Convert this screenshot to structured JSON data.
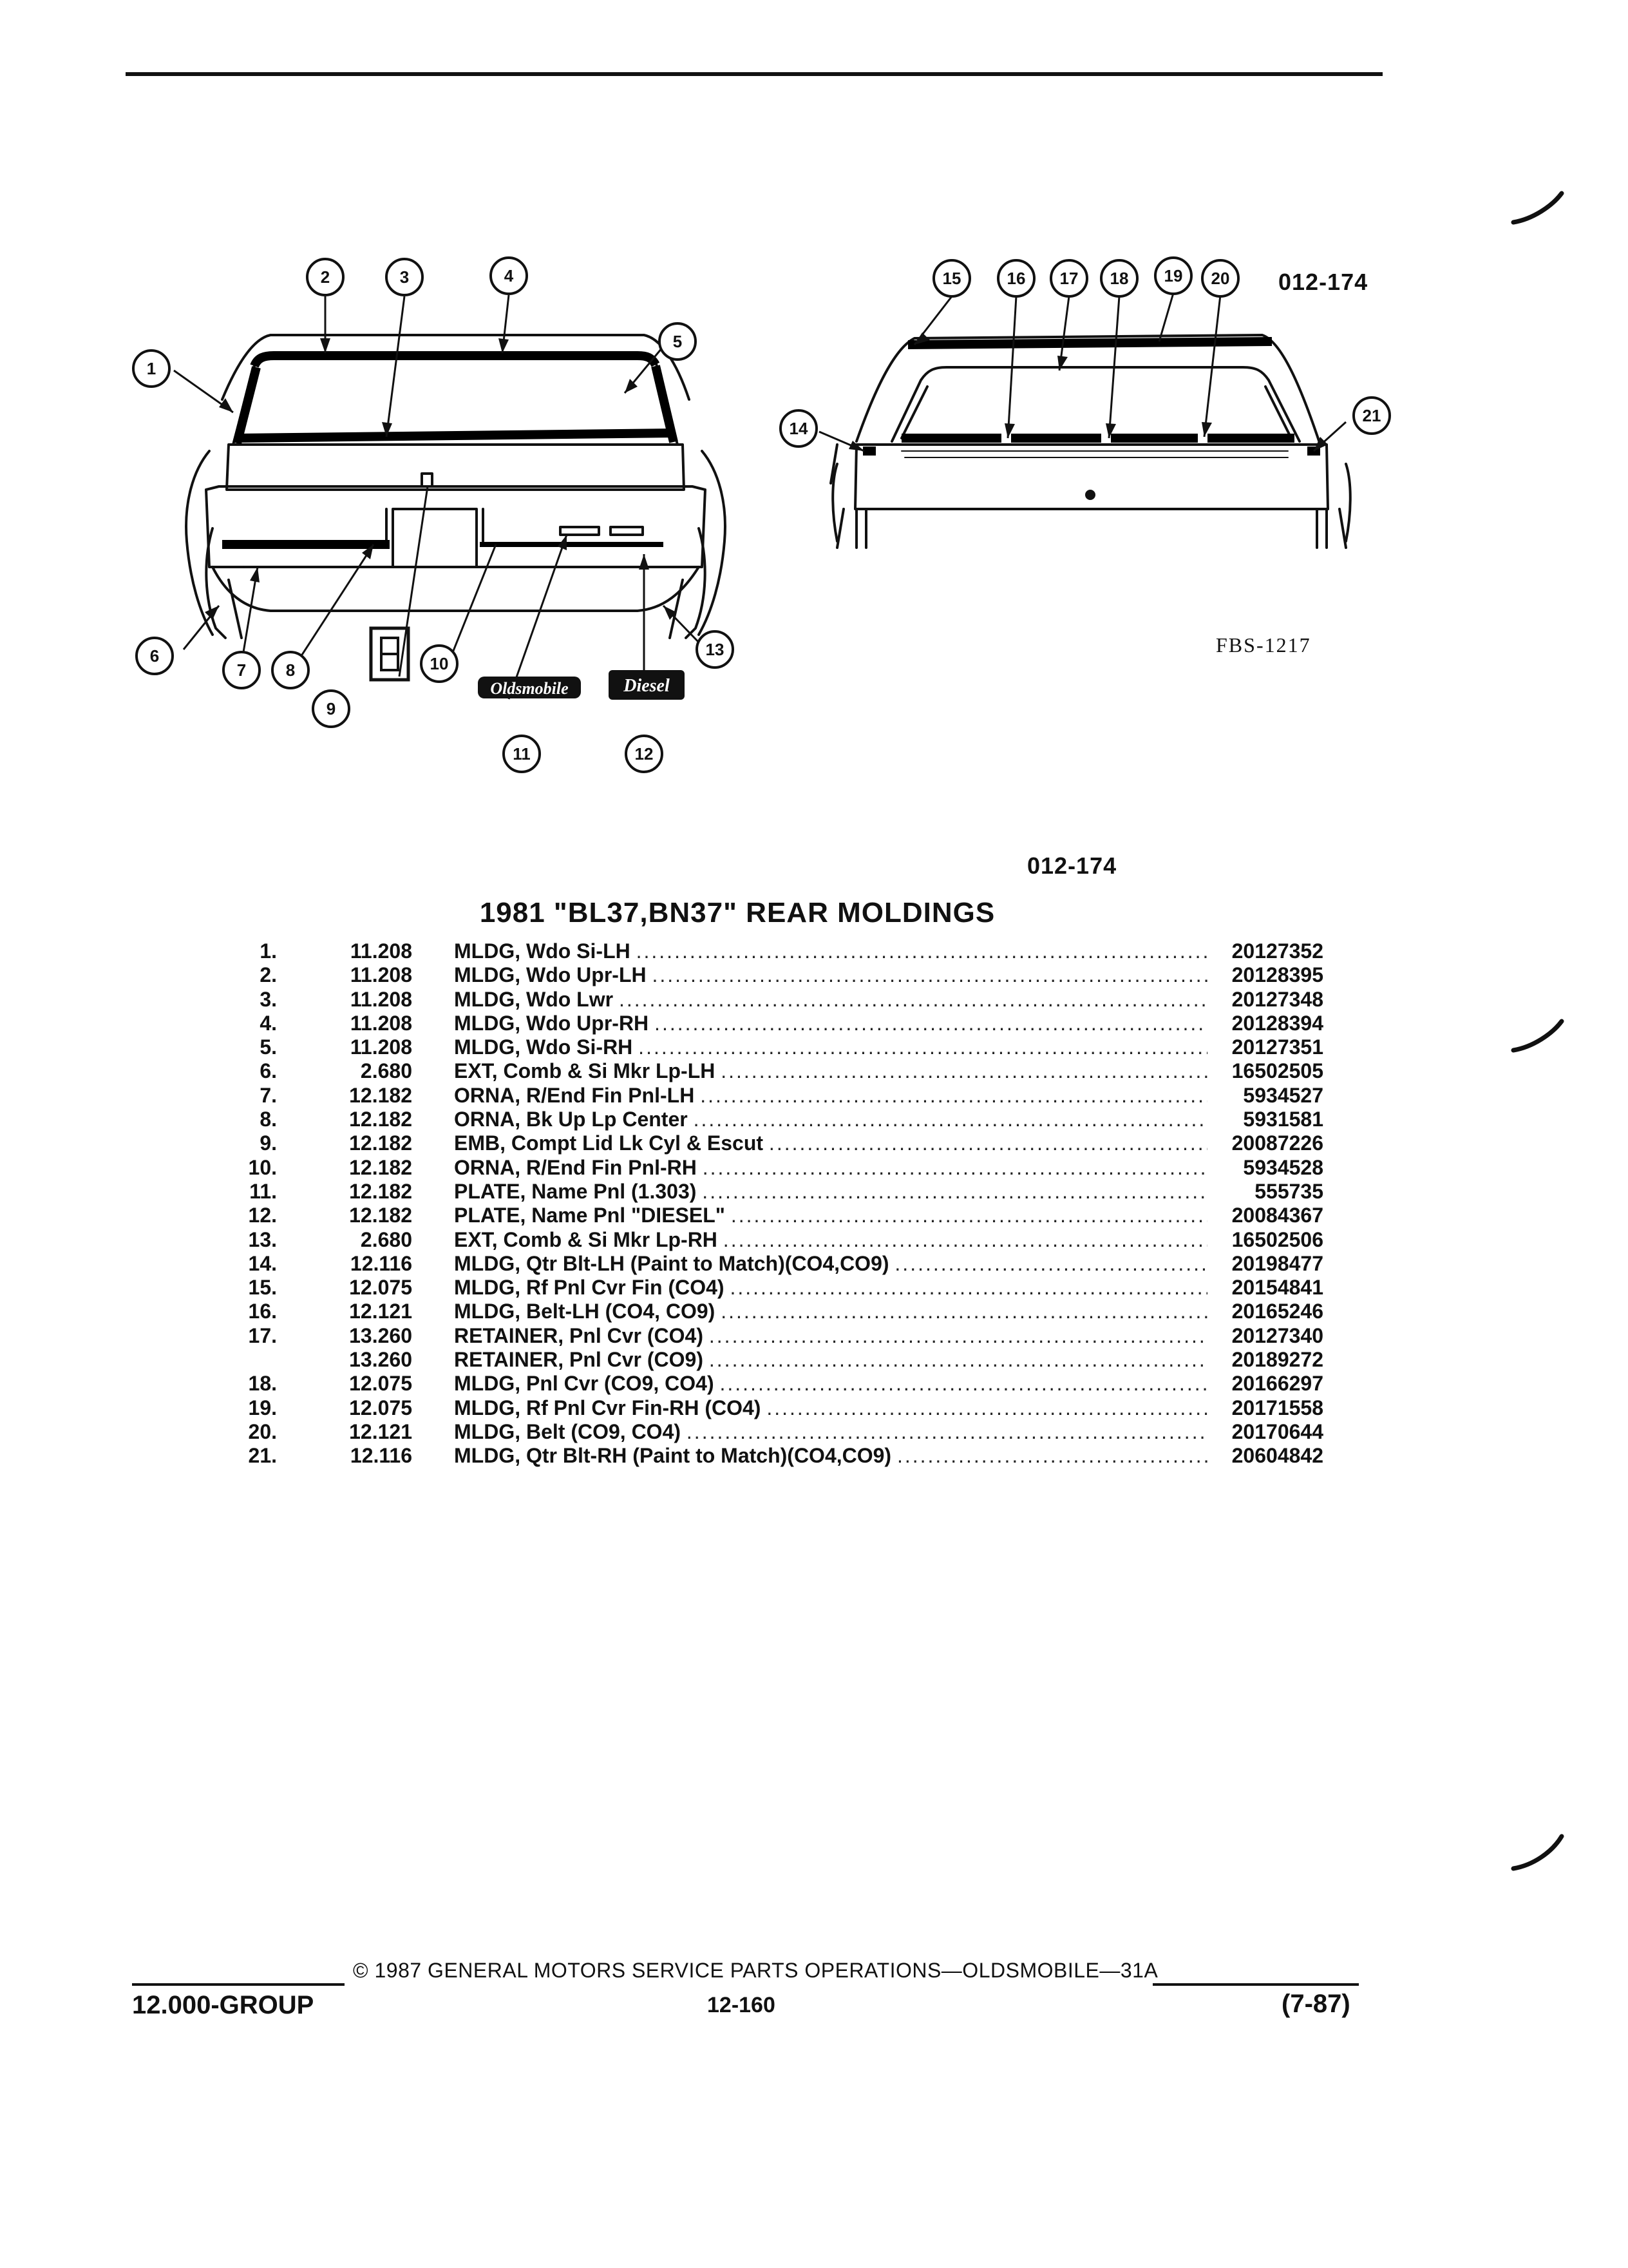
{
  "figure": {
    "code_top": "012-174",
    "code_bottom": "012-174",
    "fbs": "FBS-1217",
    "callouts_left": [
      "1",
      "2",
      "3",
      "4",
      "5",
      "6",
      "7",
      "8",
      "9",
      "10",
      "11",
      "12",
      "13"
    ],
    "callouts_right": [
      "14",
      "15",
      "16",
      "17",
      "18",
      "19",
      "20",
      "21"
    ],
    "emblem_oldsmobile": "Oldsmobile",
    "emblem_diesel": "Diesel"
  },
  "title": "1981 \"BL37,BN37\" REAR MOLDINGS",
  "parts": [
    {
      "num": "1.",
      "group": "11.208",
      "bold": "MLDG,",
      "desc": "Wdo Si-LH",
      "pn": "20127352"
    },
    {
      "num": "2.",
      "group": "11.208",
      "bold": "MLDG,",
      "desc": "Wdo Upr-LH",
      "pn": "20128395"
    },
    {
      "num": "3.",
      "group": "11.208",
      "bold": "MLDG,",
      "desc": "Wdo Lwr",
      "pn": "20127348"
    },
    {
      "num": "4.",
      "group": "11.208",
      "bold": "MLDG,",
      "desc": "Wdo Upr-RH",
      "pn": "20128394"
    },
    {
      "num": "5.",
      "group": "11.208",
      "bold": "MLDG,",
      "desc": "Wdo Si-RH",
      "pn": "20127351"
    },
    {
      "num": "6.",
      "group": "2.680",
      "bold": "EXT,",
      "desc": "Comb & Si Mkr Lp-LH",
      "pn": "16502505"
    },
    {
      "num": "7.",
      "group": "12.182",
      "bold": "ORNA,",
      "desc": "R/End Fin Pnl-LH",
      "pn": "5934527"
    },
    {
      "num": "8.",
      "group": "12.182",
      "bold": "ORNA,",
      "desc": "Bk Up Lp Center",
      "pn": "5931581"
    },
    {
      "num": "9.",
      "group": "12.182",
      "bold": "EMB,",
      "desc": "Compt Lid Lk Cyl & Escut",
      "pn": "20087226"
    },
    {
      "num": "10.",
      "group": "12.182",
      "bold": "ORNA,",
      "desc": "R/End Fin Pnl-RH",
      "pn": "5934528"
    },
    {
      "num": "11.",
      "group": "12.182",
      "bold": "PLATE,",
      "desc": "Name Pnl (1.303)",
      "pn": "555735"
    },
    {
      "num": "12.",
      "group": "12.182",
      "bold": "PLATE,",
      "desc": "Name Pnl \"DIESEL\"",
      "pn": "20084367"
    },
    {
      "num": "13.",
      "group": "2.680",
      "bold": "EXT,",
      "desc": "Comb & Si Mkr Lp-RH",
      "pn": "16502506"
    },
    {
      "num": "14.",
      "group": "12.116",
      "bold": "MLDG,",
      "desc": "Qtr Blt-LH (Paint to Match)(CO4,CO9)",
      "pn": "20198477"
    },
    {
      "num": "15.",
      "group": "12.075",
      "bold": "MLDG,",
      "desc": "Rf Pnl Cvr Fin (CO4)",
      "pn": "20154841"
    },
    {
      "num": "16.",
      "group": "12.121",
      "bold": "MLDG,",
      "desc": "Belt-LH (CO4, CO9)",
      "pn": "20165246"
    },
    {
      "num": "17.",
      "group": "13.260",
      "bold": "RETAINER,",
      "desc": "Pnl Cvr (CO4)",
      "pn": "20127340"
    },
    {
      "num": "",
      "group": "13.260",
      "bold": "RETAINER,",
      "desc": "Pnl Cvr (CO9)",
      "pn": "20189272"
    },
    {
      "num": "18.",
      "group": "12.075",
      "bold": "MLDG,",
      "desc": "Pnl Cvr (CO9, CO4)",
      "pn": "20166297"
    },
    {
      "num": "19.",
      "group": "12.075",
      "bold": "MLDG,",
      "desc": "Rf Pnl Cvr Fin-RH (CO4)",
      "pn": "20171558"
    },
    {
      "num": "20.",
      "group": "12.121",
      "bold": "MLDG,",
      "desc": "Belt (CO9, CO4)",
      "pn": "20170644"
    },
    {
      "num": "21.",
      "group": "12.116",
      "bold": "MLDG,",
      "desc": "Qtr Blt-RH (Paint to Match)(CO4,CO9)",
      "pn": "20604842"
    }
  ],
  "footer": {
    "copyright": "© 1987 GENERAL MOTORS SERVICE PARTS OPERATIONS—OLDSMOBILE—31A",
    "group": "12.000-GROUP",
    "page": "12-160",
    "date": "(7-87)"
  }
}
